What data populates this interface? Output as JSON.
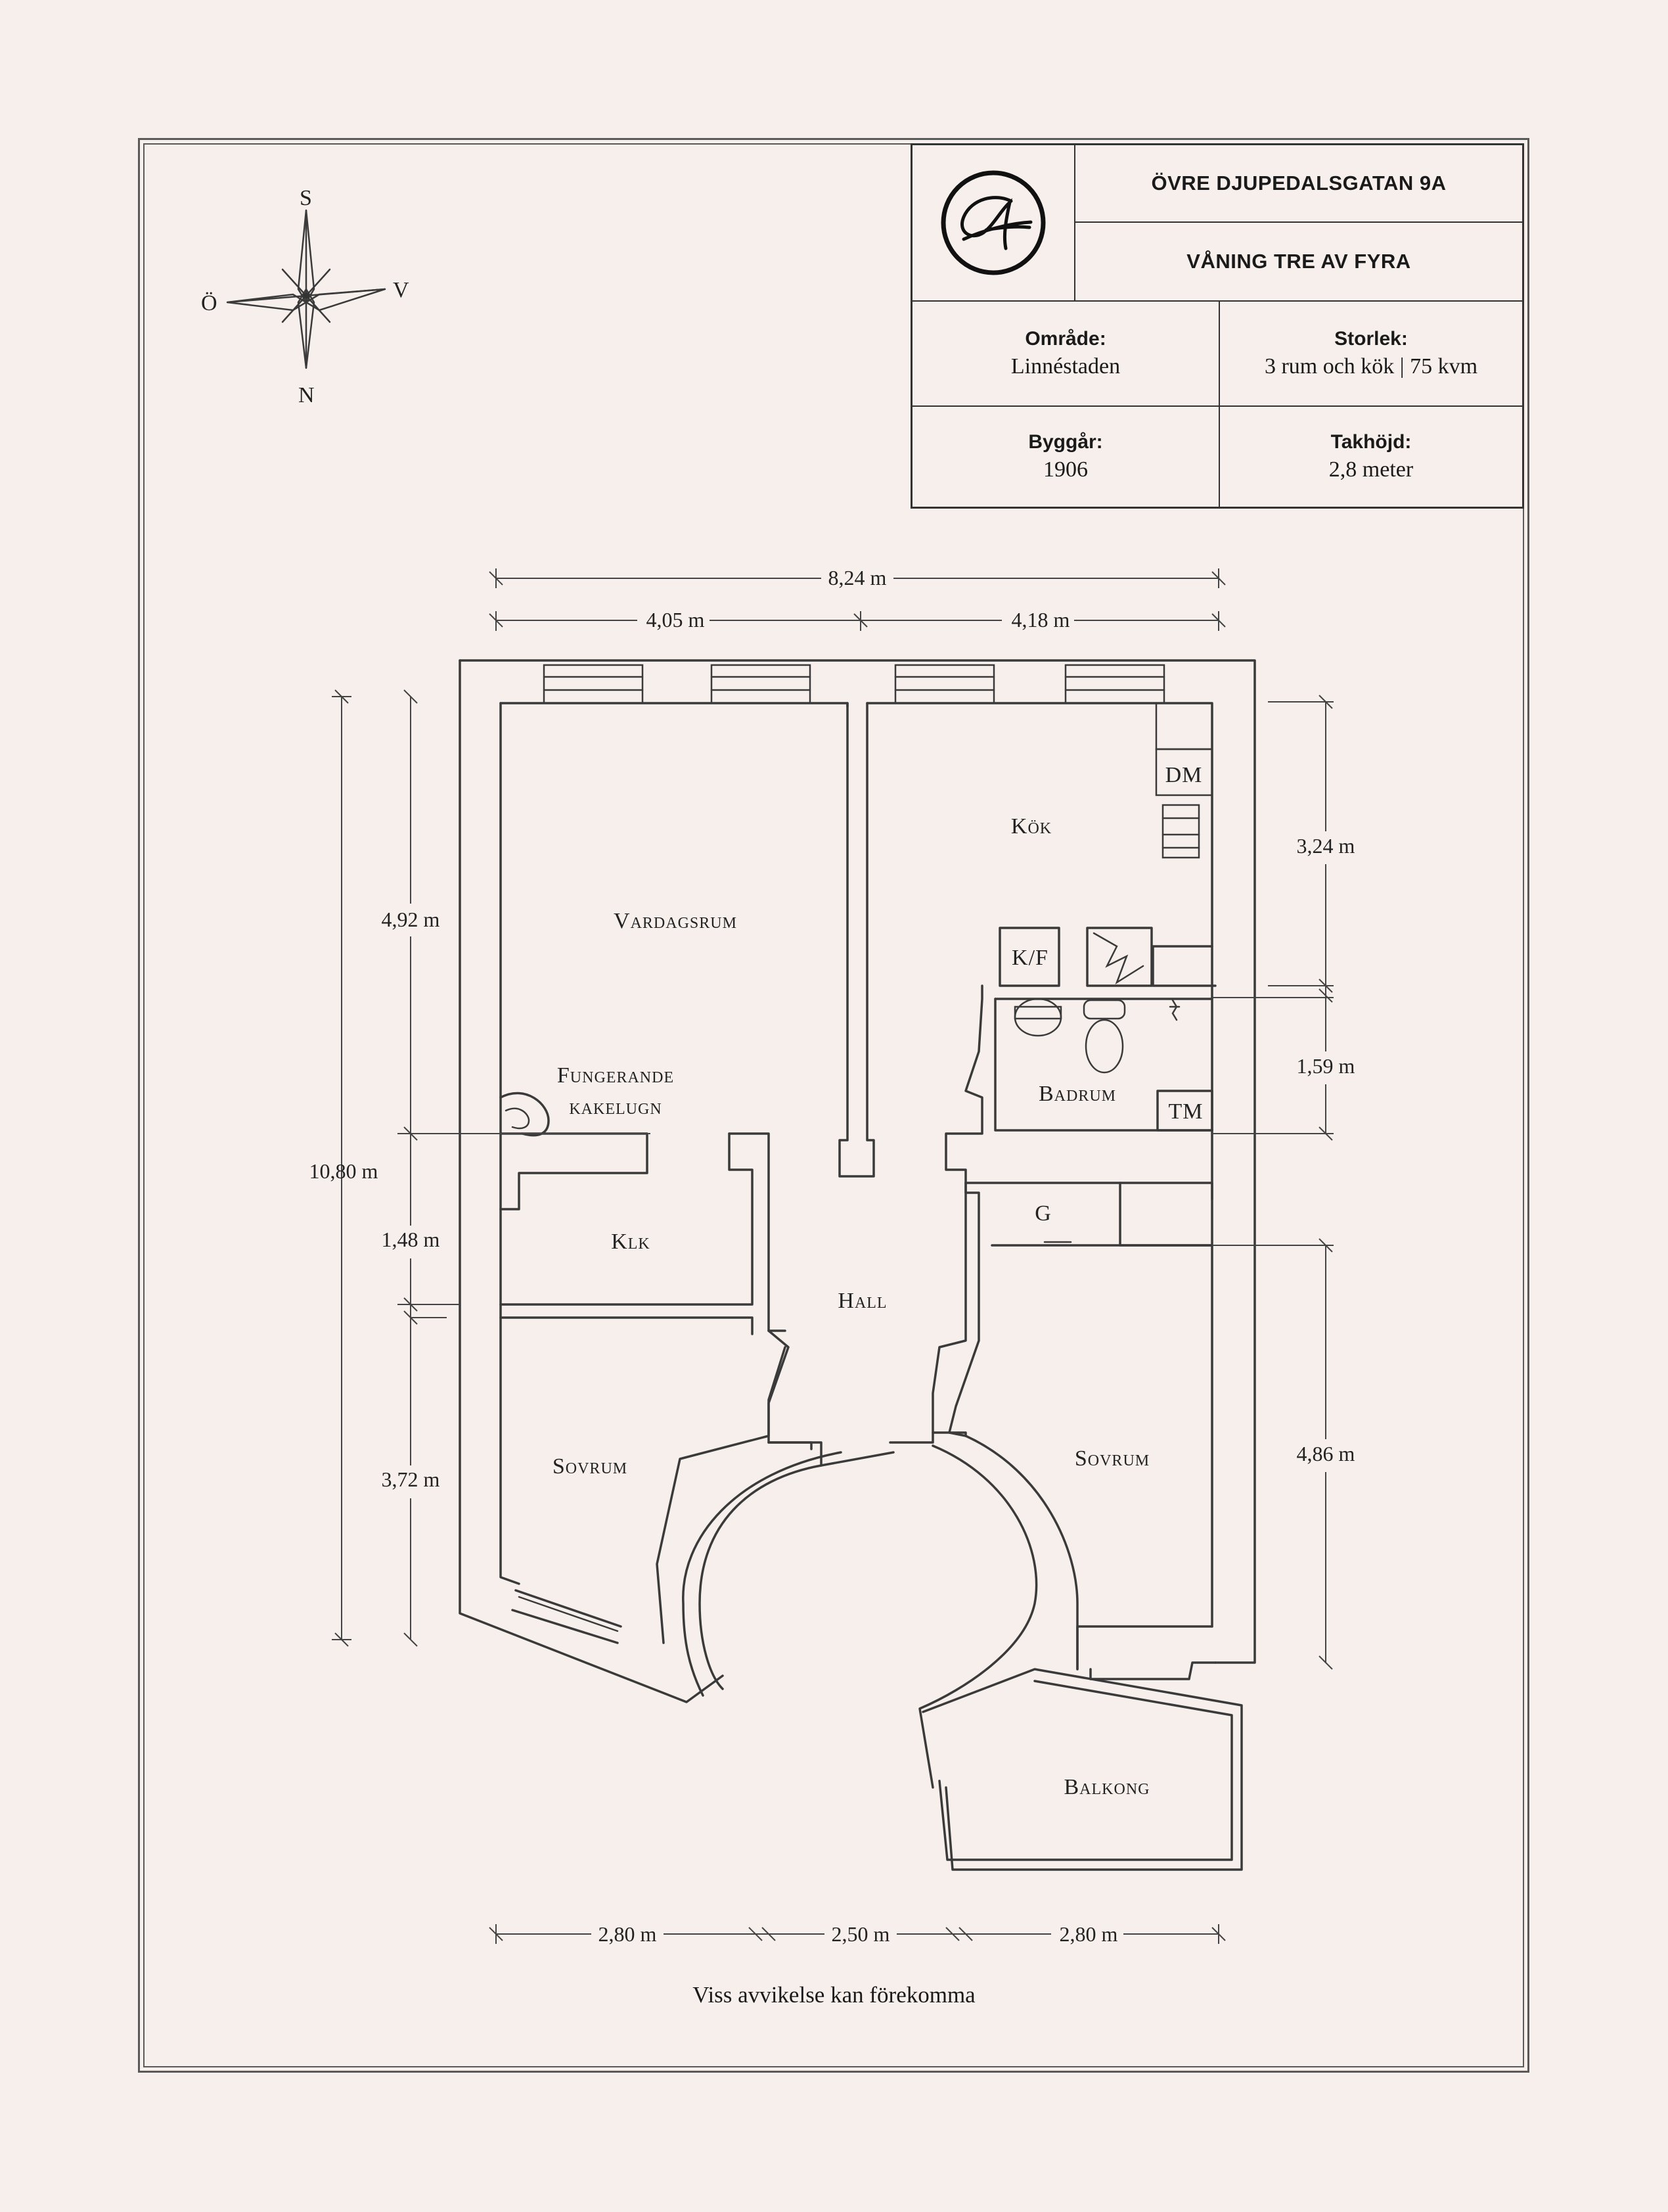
{
  "header": {
    "address": "ÖVRE DJUPEDALSGATAN 9A",
    "floor": "VÅNING TRE AV FYRA"
  },
  "facts": {
    "area_label": "Område:",
    "area_value": "Linnéstaden",
    "size_label": "Storlek:",
    "size_value": "3 rum och kök | 75 kvm",
    "year_label": "Byggår:",
    "year_value": "1906",
    "height_label": "Takhöjd:",
    "height_value": "2,8 meter"
  },
  "compass": {
    "north": "N",
    "south": "S",
    "east": "Ö",
    "west": "V"
  },
  "rooms": {
    "vardagsrum": "Vardagsrum",
    "kok": "Kök",
    "dm": "DM",
    "kf": "K/F",
    "badrum": "Badrum",
    "tm": "TM",
    "kakelugn_1": "Fungerande",
    "kakelugn_2": "kakelugn",
    "klk": "Klk",
    "hall": "Hall",
    "g": "G",
    "sovrum_left": "Sovrum",
    "sovrum_right": "Sovrum",
    "balkong": "Balkong"
  },
  "dimensions": {
    "total_width": "8,24 m",
    "left_width": "4,05 m",
    "right_width": "4,18 m",
    "total_height": "10,80 m",
    "vardagsrum_height": "4,92 m",
    "klk_height": "1,48 m",
    "sovrum_left_height": "3,72 m",
    "kok_height": "3,24 m",
    "badrum_height": "1,59 m",
    "sovrum_right_height": "4,86 m",
    "bottom_left": "2,80 m",
    "bottom_mid": "2,50 m",
    "bottom_right": "2,80 m"
  },
  "footer": {
    "note": "Viss avvikelse kan förekomma"
  },
  "logo": {
    "monogram": "A"
  }
}
